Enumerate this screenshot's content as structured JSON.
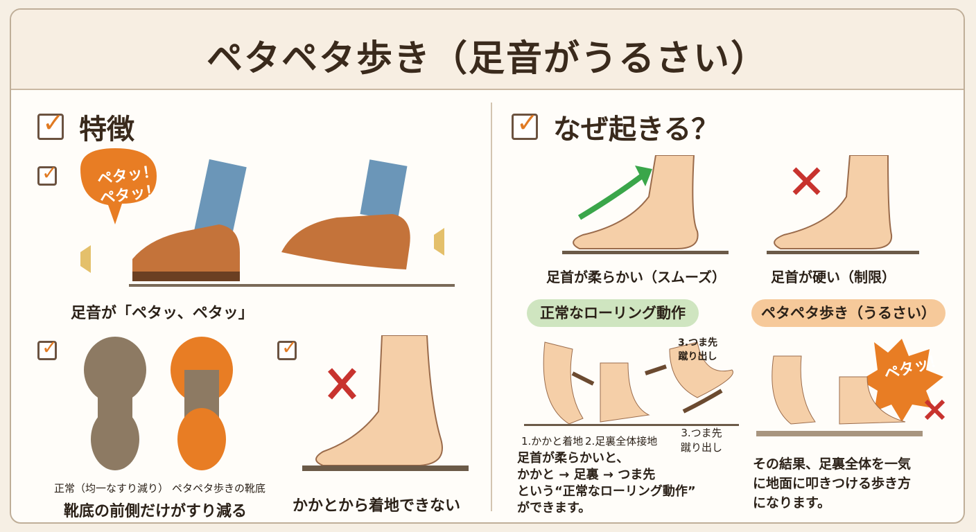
{
  "title": "ペタペタ歩き（足音がうるさい）",
  "left": {
    "heading": "特徴",
    "sound_bubble": "ペタッ！\nペタッ！",
    "feature1_caption": "足音が「ペタッ、ペタッ」",
    "sole_normal_label": "正常（均一なすり減り）",
    "sole_petapeta_label": "ペタペタ歩きの靴底",
    "feature2_caption": "靴底の前側だけがすり減る",
    "feature3_caption": "かかとから着地できない"
  },
  "right": {
    "heading": "なぜ起きる？",
    "flexible_caption": "足首が柔らかい（スムーズ）",
    "stiff_caption": "足首が硬い（制限）",
    "normal_pill": "正常なローリング動作",
    "petapeta_pill": "ペタペタ歩き（うるさい）",
    "step1": "1.かかと着地",
    "step2": "2.足裏全体接地",
    "step3": "3.つま先\n蹴り出し",
    "step3_top": "3.つま先\n蹴り出し",
    "burst": "ペタッ！",
    "explain_left": "足首が柔らかいと、\nかかと → 足裏 → つま先\nという“正常なローリング動作”\nができます。",
    "explain_right": "その結果、足裏全体を一気\nに地面に叩きつける歩き方\nになります。"
  },
  "colors": {
    "accent_orange": "#e07a23",
    "green_pill": "#cfe5c0",
    "orange_pill": "#f6c99a",
    "cross_red": "#c8332e",
    "arrow_green": "#3aa64a"
  }
}
